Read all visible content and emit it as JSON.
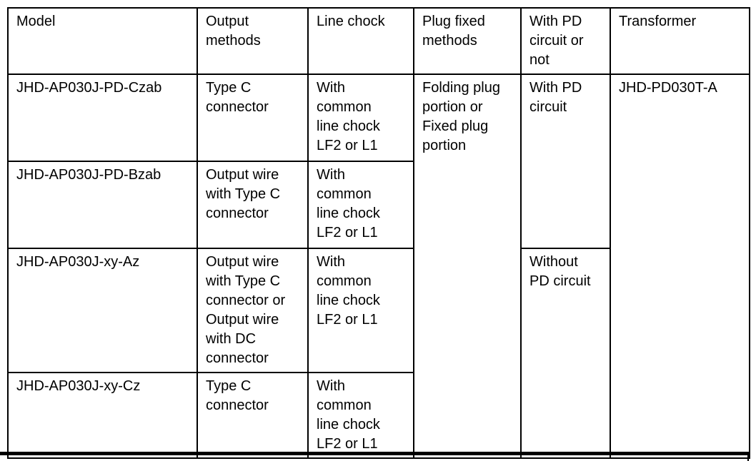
{
  "document": {
    "table": {
      "headers": {
        "model": "Model",
        "output_methods": "Output\nmethods",
        "line_chock": "Line chock",
        "plug_fixed_methods": "Plug fixed\nmethods",
        "pd_circuit": "With PD\ncircuit or\nnot",
        "transformer": "Transformer"
      },
      "rows": [
        {
          "model": "JHD-AP030J-PD-Czab",
          "output_methods": "Type C\nconnector",
          "line_chock": "With\ncommon\nline chock\nLF2 or L1"
        },
        {
          "model": "JHD-AP030J-PD-Bzab",
          "output_methods": "Output wire\nwith Type C\nconnector",
          "line_chock": "With\ncommon\nline chock\nLF2 or L1"
        },
        {
          "model": "JHD-AP030J-xy-Az",
          "output_methods": "Output wire\nwith Type C\nconnector or\nOutput wire\nwith DC\nconnector",
          "line_chock": "With\ncommon\nline chock\nLF2 or L1"
        },
        {
          "model": "JHD-AP030J-xy-Cz",
          "output_methods": "Type C\nconnector",
          "line_chock": "With\ncommon\nline chock\nLF2 or L1"
        }
      ],
      "merged_cells": {
        "plug_fixed_methods": "Folding plug\nportion or\nFixed plug\nportion",
        "pd_with": "With PD\ncircuit",
        "pd_without": "Without\nPD circuit",
        "transformer": "JHD-PD030T-A"
      }
    },
    "colors": {
      "border": "#000000",
      "text": "#000000",
      "background": "#ffffff"
    }
  }
}
